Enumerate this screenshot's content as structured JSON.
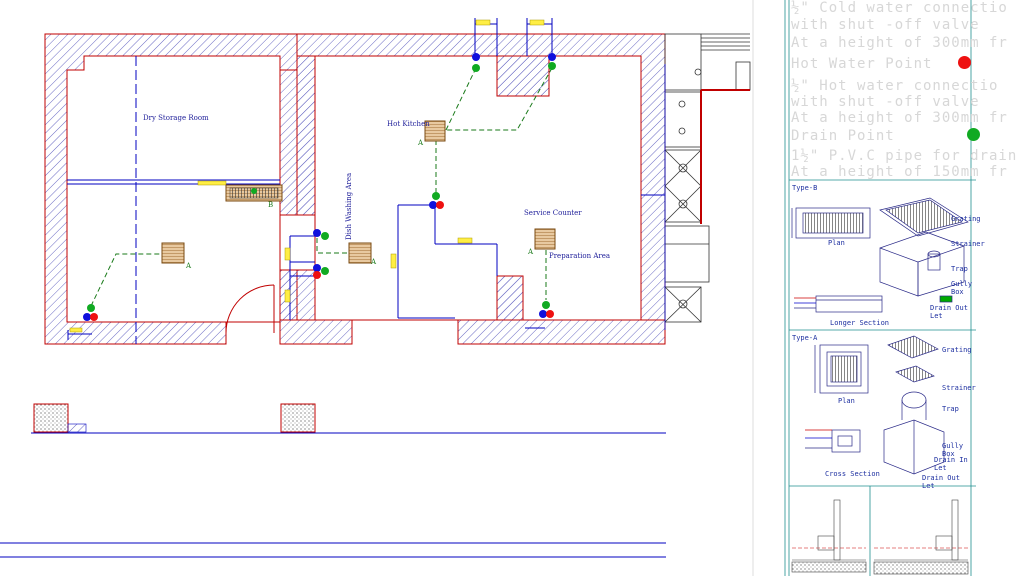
{
  "rooms": {
    "dry_storage": "Dry Storage Room",
    "hot_kitchen": "Hot Kitchen",
    "service_counter": "Service Counter",
    "dish_washing": "Dish Washing Area",
    "preparation": "Preparation Area"
  },
  "tags": {
    "a": "A",
    "b": "B"
  },
  "legend": {
    "cold_line1": "½\" Cold water connectio",
    "cold_line2": "with shut -off valve",
    "cold_line3": "At a height of 300mm fr",
    "hot_title": "Hot Water Point",
    "hot_line1": "½\" Hot water connectio",
    "hot_line2": "with shut -off valve",
    "hot_line3": "At a height of 300mm fr",
    "drain_title": "Drain Point",
    "drain_line1": "1½\" P.V.C pipe for drain",
    "drain_line2": "At a height of 150mm fr"
  },
  "type_b": {
    "title": "Type-B",
    "plan": "Plan",
    "section": "Longer Section",
    "grating": "Grating",
    "strainer": "Strainer",
    "trap": "Trap",
    "gully_box": "Gully Box",
    "drain_out": "Drain Out Let"
  },
  "type_a": {
    "title": "Type-A",
    "plan": "Plan",
    "section": "Cross Section",
    "grating": "Grating",
    "strainer": "Strainer",
    "trap": "Trap",
    "gully_box": "Gully Box",
    "drain_in": "Drain In Let",
    "drain_out": "Drain Out Let"
  },
  "colors": {
    "wall": "#c00000",
    "hatch": "#5555bb",
    "cold": "#1010dd",
    "hot": "#ee1111",
    "drain": "#11aa22",
    "pipe": "#1a7a1a",
    "dim": "#0000c0"
  }
}
